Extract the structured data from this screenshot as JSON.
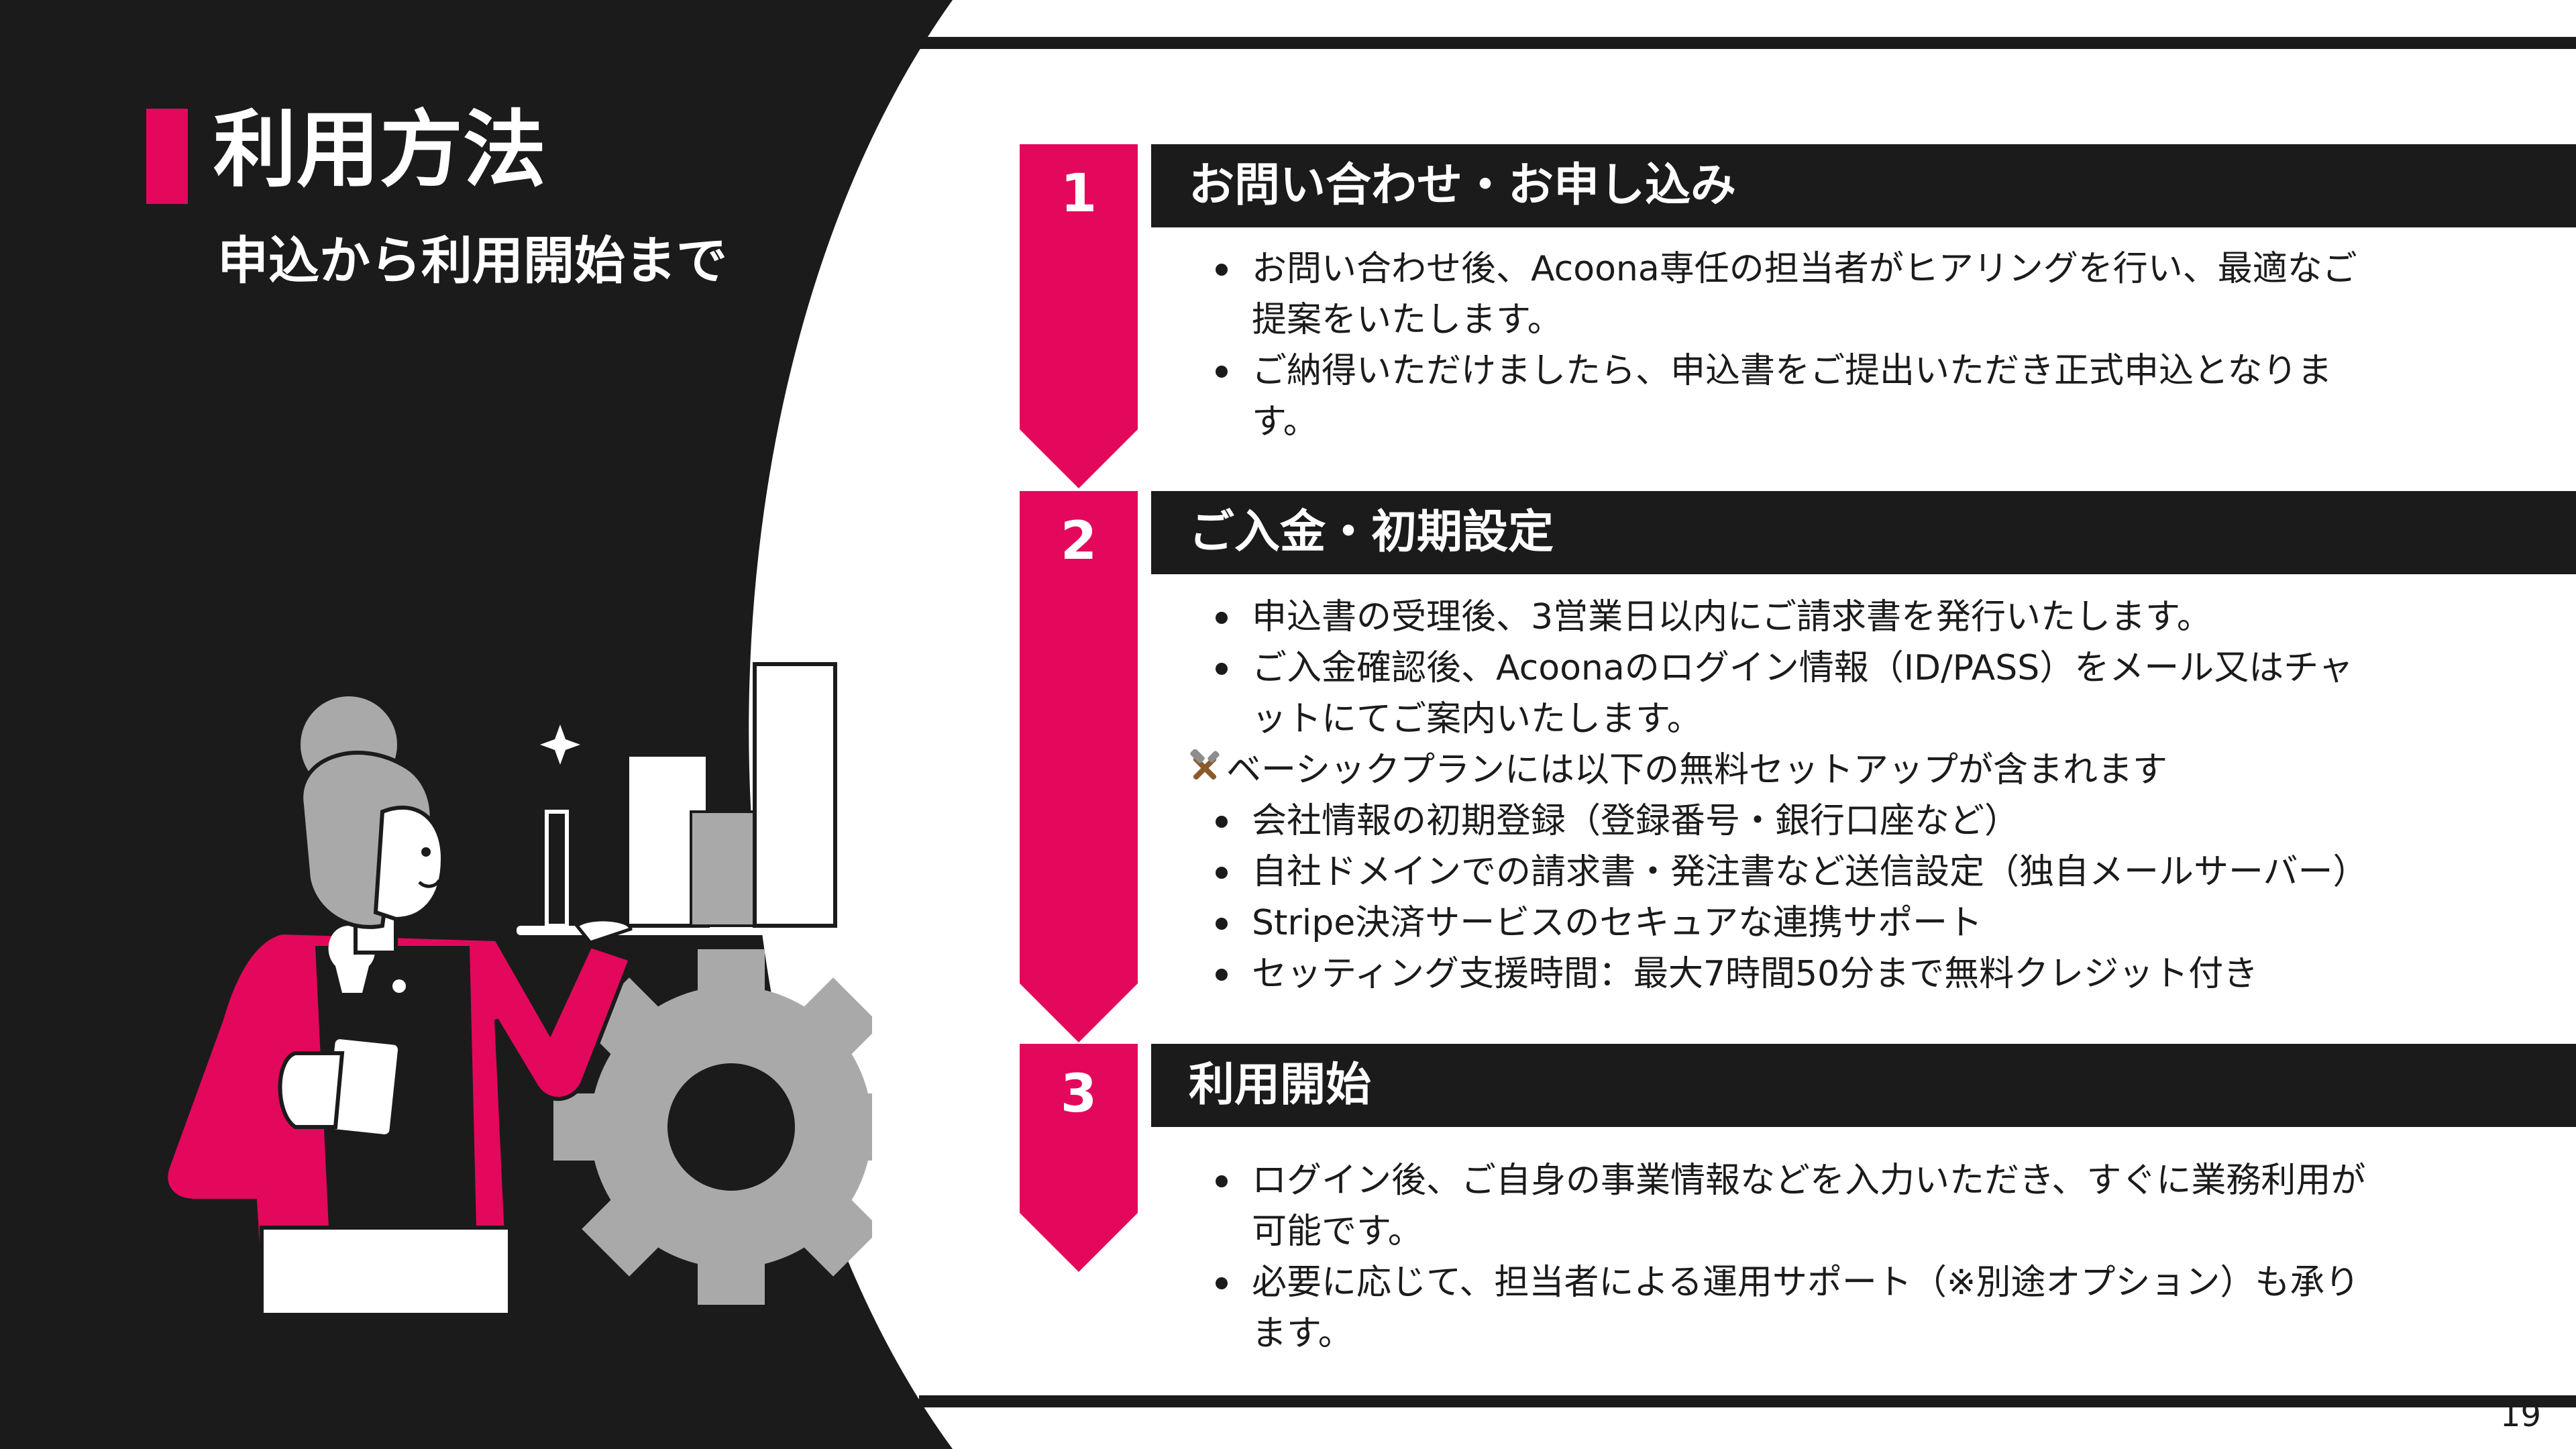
{
  "slide": {
    "title": "利用方法",
    "subtitle": "申込から利用開始まで",
    "page_number": "19",
    "accent_color": "#e3085c",
    "dark_color": "#1b1b1b"
  },
  "steps": [
    {
      "number": "1",
      "title": "お問い合わせ・お申し込み",
      "lines": [
        [
          "お問い合わせ後、Acoona専任の担当者がヒアリングを行い、最適なご",
          "提案をいたします。"
        ],
        [
          "ご納得いただけましたら、申込書をご提出いただき正式申込となりま",
          "す。"
        ]
      ]
    },
    {
      "number": "2",
      "title": "ご入金・初期設定",
      "lines": [
        [
          "申込書の受理後、3営業日以内にご請求書を発行いたします。"
        ],
        [
          "ご入金確認後、Acoonaのログイン情報（ID/PASS）をメール又はチャ",
          "ットにてご案内いたします。"
        ]
      ],
      "note_icon": "tools-icon",
      "note": "ベーシックプランには以下の無料セットアップが含まれます",
      "sub_items": [
        "会社情報の初期登録（登録番号・銀行口座など）",
        "自社ドメインでの請求書・発注書など送信設定（独自メールサーバー）",
        "Stripe決済サービスのセキュアな連携サポート",
        "セッティング支援時間：最大7時間50分まで無料クレジット付き"
      ]
    },
    {
      "number": "3",
      "title": "利用開始",
      "lines": [
        [
          "ログイン後、ご自身の事業情報などを入力いただき、すぐに業務利用が",
          "可能です。"
        ],
        [
          "必要に応じて、担当者による運用サポート（※別途オプション）も承り",
          "ます。"
        ]
      ]
    }
  ]
}
